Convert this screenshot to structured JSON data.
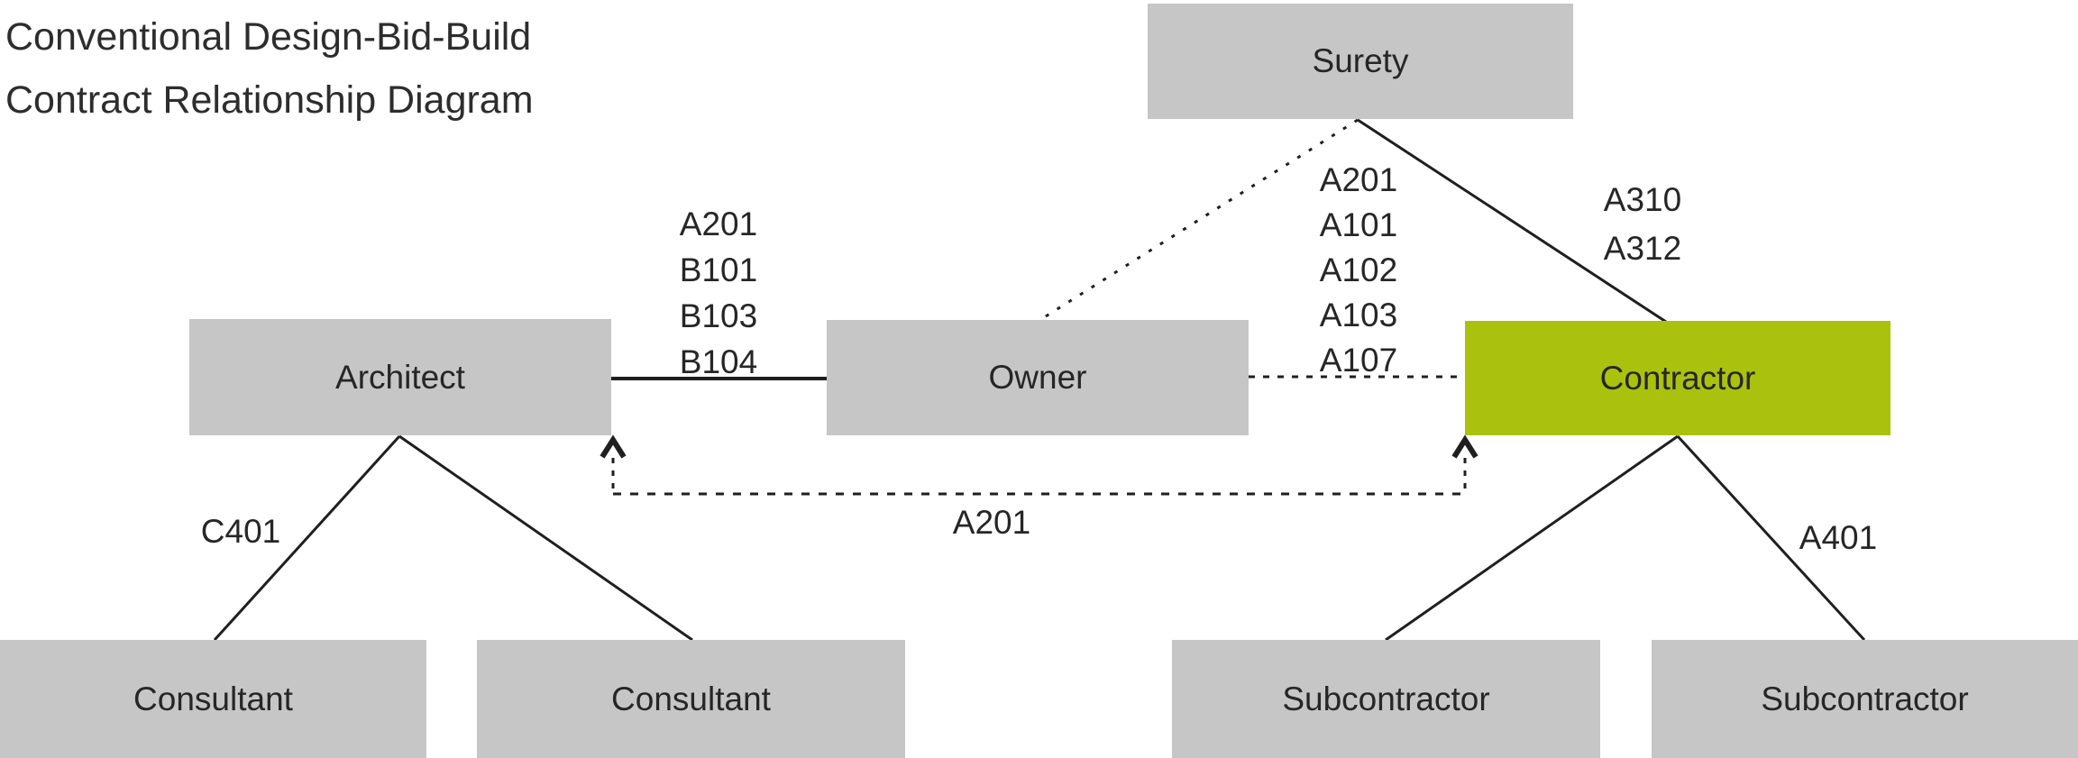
{
  "title": {
    "line1": "Conventional Design-Bid-Build",
    "line2": "Contract Relationship Diagram"
  },
  "nodes": {
    "surety": "Surety",
    "architect": "Architect",
    "owner": "Owner",
    "contractor": "Contractor",
    "consultant1": "Consultant",
    "consultant2": "Consultant",
    "subcontractor1": "Subcontractor",
    "subcontractor2": "Subcontractor"
  },
  "edge_labels": {
    "architect_owner": [
      "A201",
      "B101",
      "B103",
      "B104"
    ],
    "owner_contractor": [
      "A201",
      "A101",
      "A102",
      "A103",
      "A107"
    ],
    "surety_contractor": [
      "A310",
      "A312"
    ],
    "architect_consultant": "C401",
    "contractor_subcontractor": "A401",
    "contractor_architect": "A201"
  },
  "colors": {
    "node_fill": "#c6c6c6",
    "highlight_fill": "#aac20e",
    "line": "#1f1f1f",
    "text": "#2d2d2d"
  }
}
